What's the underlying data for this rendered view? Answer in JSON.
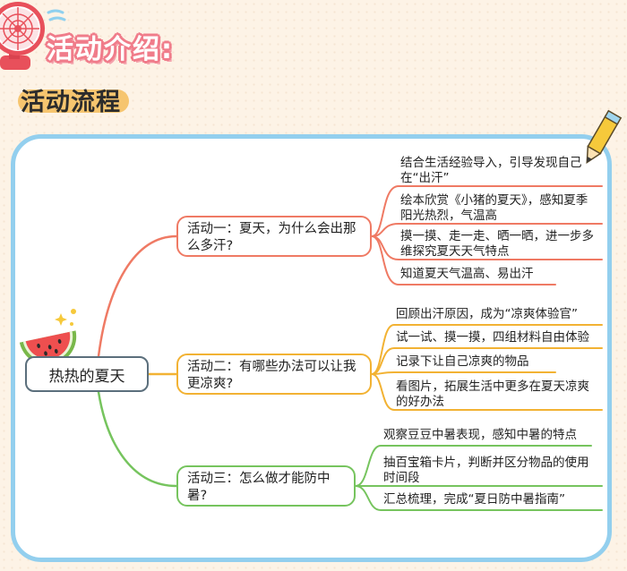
{
  "header": {
    "title": "活动介绍:",
    "subtitle": "活动流程"
  },
  "mindmap": {
    "root": "热热的夏天",
    "branches": [
      {
        "label": "活动一：夏天，为什么会出那么多汗?",
        "color": "#ef7a64",
        "items": [
          "结合生活经验导入，引导发现自己在“出汗”",
          "绘本欣赏《小猪的夏天》，感知夏季阳光热烈，气温高",
          "摸一摸、走一走、晒一晒，进一步多维探究夏天天气特点",
          "知道夏天气温高、易出汗"
        ]
      },
      {
        "label": "活动二：有哪些办法可以让我更凉爽?",
        "color": "#f2b233",
        "items": [
          "回顾出汗原因，成为“凉爽体验官”",
          "试一试、摸一摸，四组材料自由体验",
          "记录下让自己凉爽的物品",
          "看图片，拓展生活中更多在夏天凉爽的好办法"
        ]
      },
      {
        "label": "活动三：怎么做才能防中暑?",
        "color": "#76c45e",
        "items": [
          "观察豆豆中暑表现，感知中暑的特点",
          "抽百宝箱卡片，判断并区分物品的使用时间段",
          "汇总梳理，完成“夏日防中暑指南”"
        ]
      }
    ]
  }
}
